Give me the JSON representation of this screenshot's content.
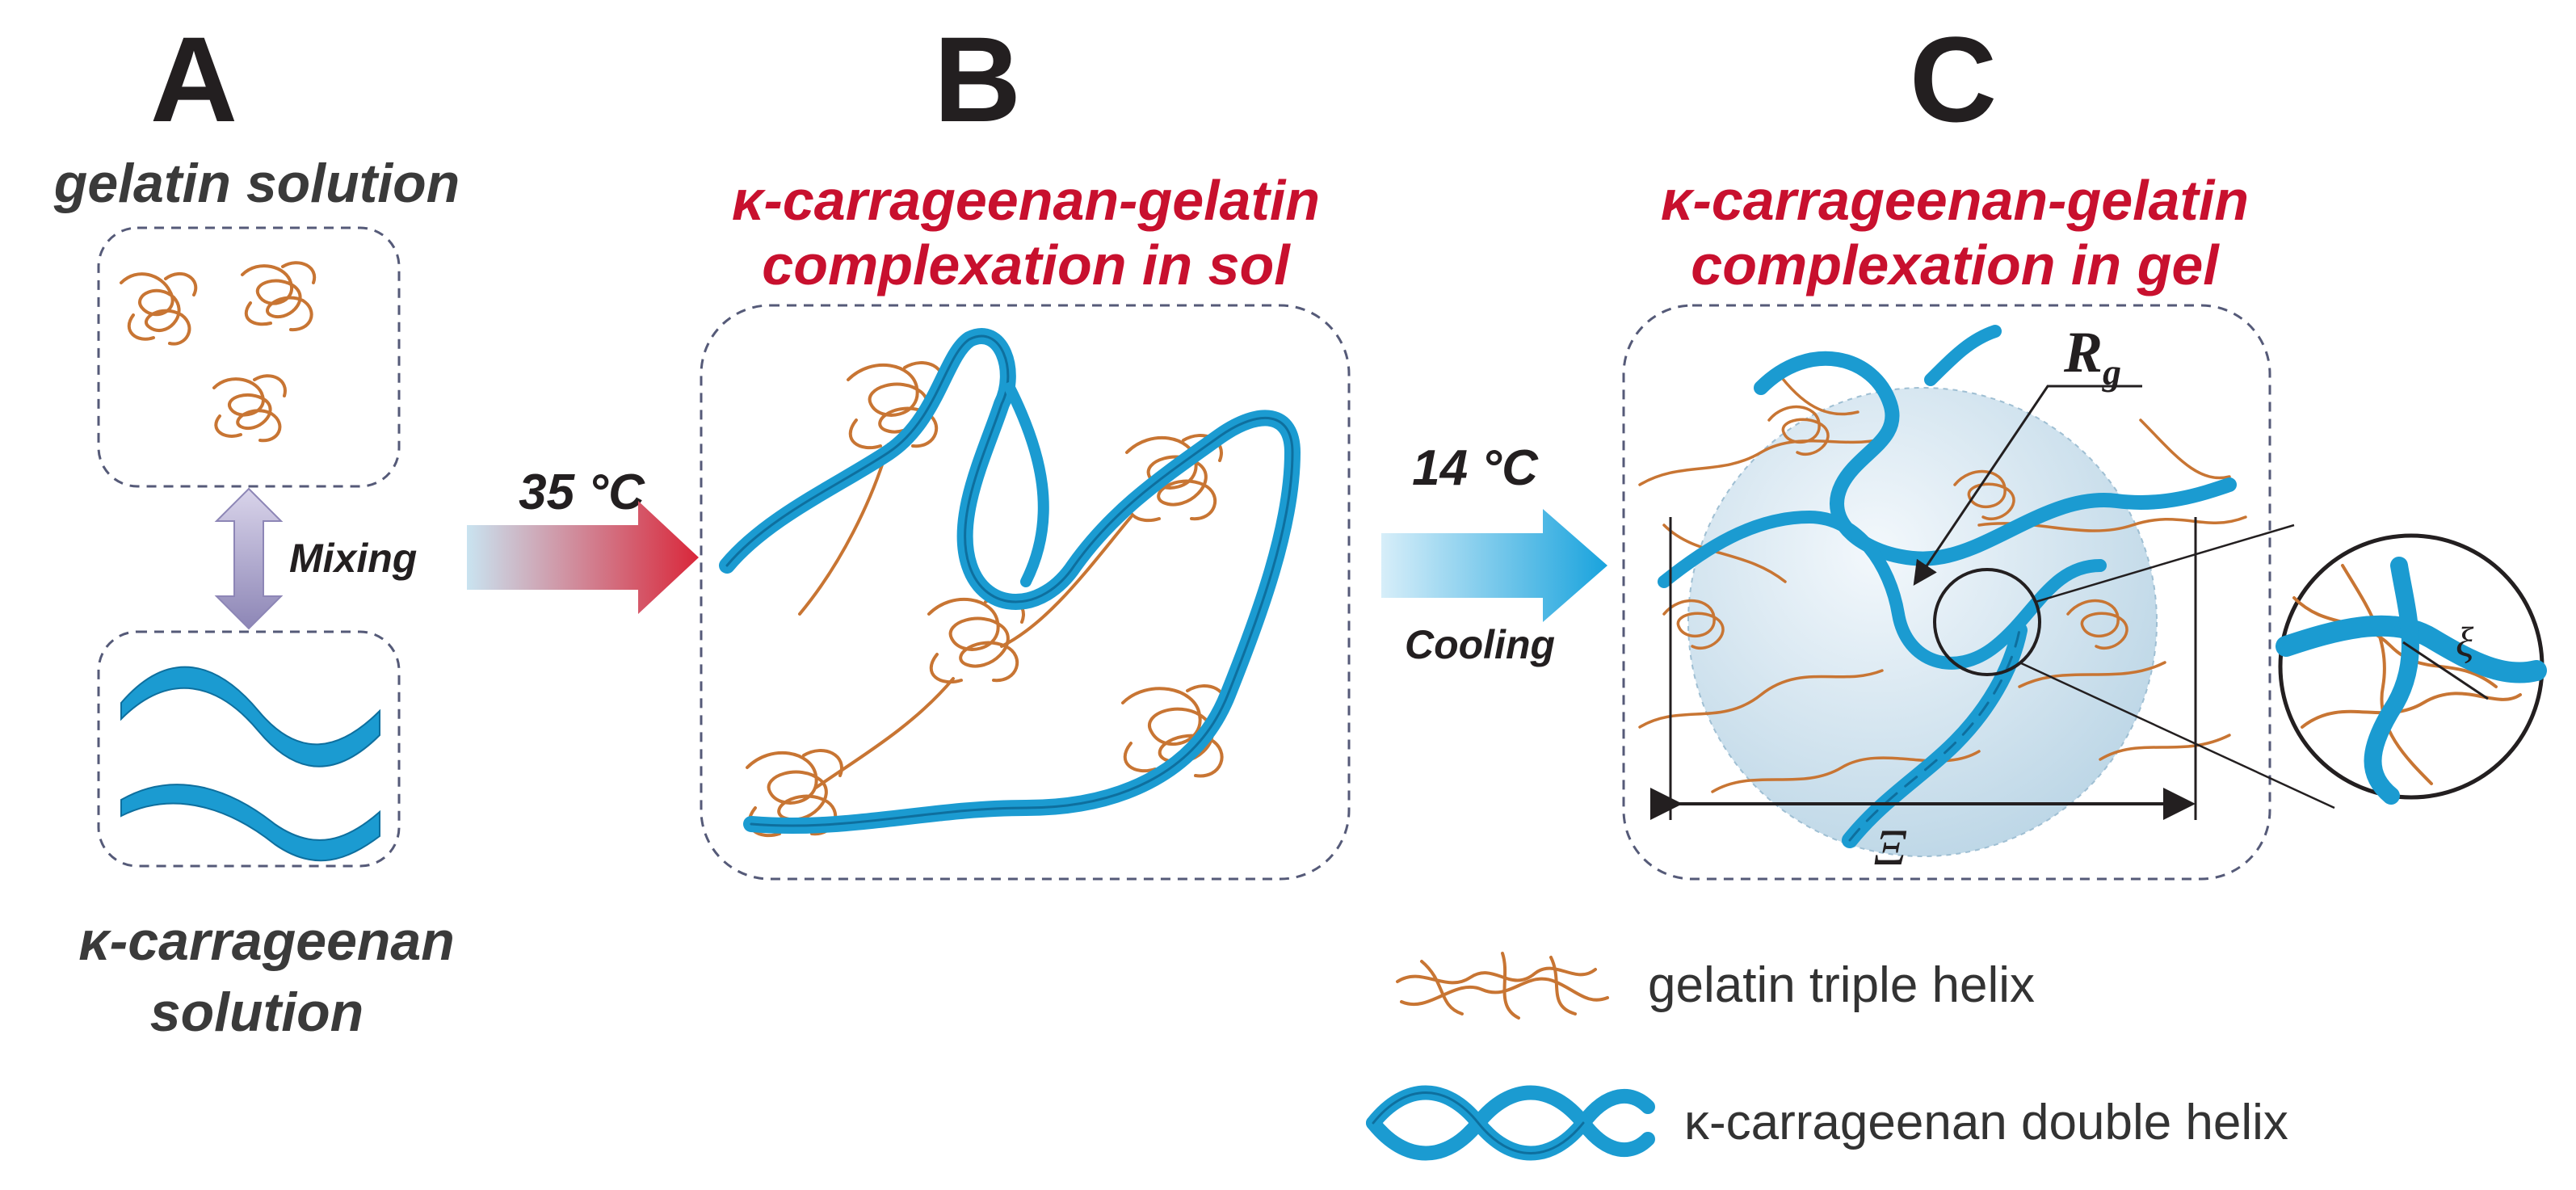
{
  "panels": {
    "a": {
      "letter": "A",
      "top_label": "gelatin solution",
      "bottom_label_line1": "κ-carrageenan",
      "bottom_label_line2": "solution",
      "mixing_label": "Mixing"
    },
    "b": {
      "letter": "B",
      "title_line1": "κ-carrageenan-gelatin",
      "title_line2": "complexation in sol",
      "arrow_temp": "35 °C"
    },
    "c": {
      "letter": "C",
      "title_line1": "κ-carrageenan-gelatin",
      "title_line2": "complexation in gel",
      "arrow_temp": "14 °C",
      "arrow_label": "Cooling",
      "rg_symbol": "R",
      "rg_subscript": "g",
      "xi_large": "Ξ",
      "xi_small": "ξ"
    }
  },
  "legend": {
    "gelatin": "gelatin triple helix",
    "carrageenan": "κ-carrageenan double helix"
  },
  "colors": {
    "gelatin": "#c87533",
    "carrageenan": "#1b9bd1",
    "carrageenan_dark": "#0e6f9e",
    "title_red": "#c8102e",
    "text_dark": "#231f20",
    "box_stroke": "#555a78"
  }
}
